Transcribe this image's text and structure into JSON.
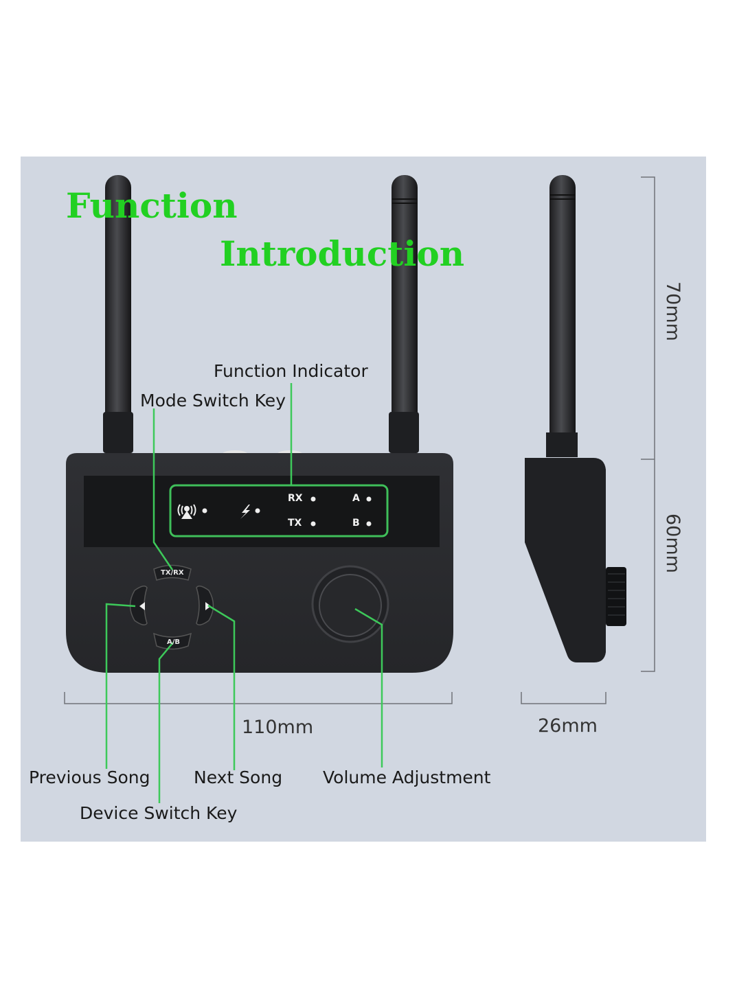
{
  "title": {
    "line1": "Function",
    "line2": "Introduction"
  },
  "callouts": {
    "function_indicator": "Function Indicator",
    "mode_switch_key": "Mode Switch Key",
    "previous_song": "Previous Song",
    "next_song": "Next Song",
    "volume_adjustment": "Volume Adjustment",
    "device_switch_key": "Device Switch Key"
  },
  "device": {
    "indicator_panel": {
      "rx": "RX",
      "tx": "TX",
      "a": "A",
      "b": "B",
      "icons": [
        "antenna-signal-icon",
        "lightning-icon"
      ]
    },
    "keys": {
      "mode": "TX/RX",
      "device": "A/B",
      "prev_icon": "triangle-left-icon",
      "next_icon": "triangle-right-icon"
    }
  },
  "dimensions": {
    "width": "110mm",
    "depth": "26mm",
    "antenna_height": "70mm",
    "body_height": "60mm"
  },
  "colors": {
    "background": "#d1d7e1",
    "accent_green": "#22d022",
    "callout_line": "#3dc95a",
    "device_body": "#2a2b2e",
    "indicator_border": "#3fbf5a"
  }
}
